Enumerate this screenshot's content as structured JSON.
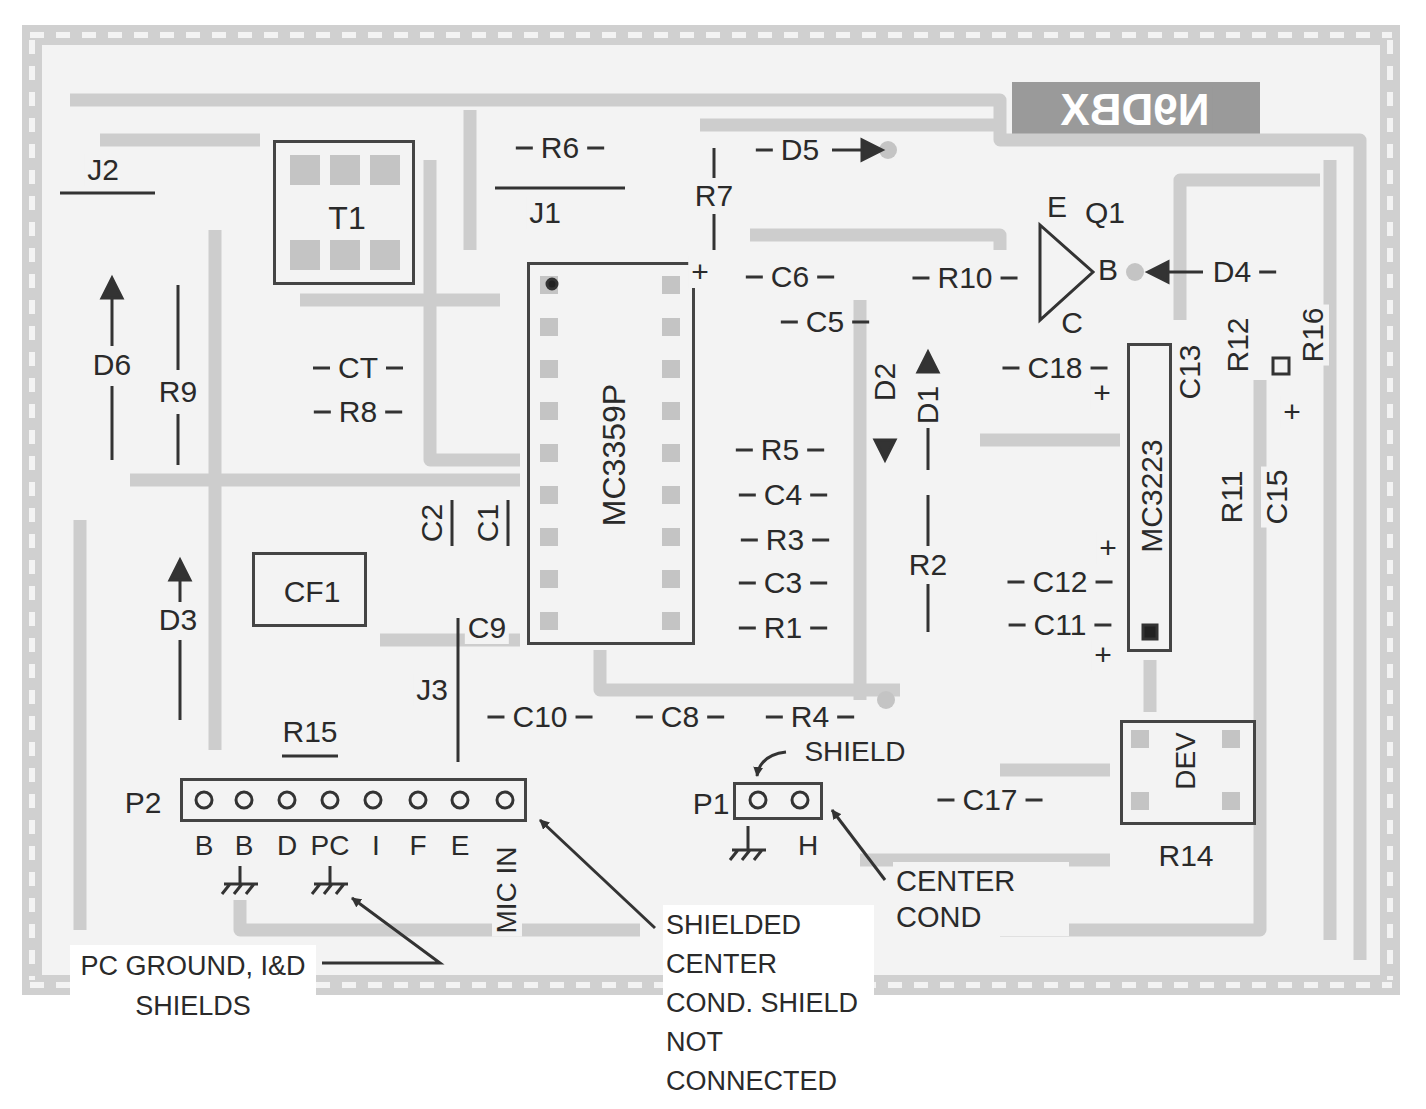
{
  "diagram": {
    "nodes": [
      {
        "text": [
          "T1"
        ]
      },
      {
        "text": [
          "MC3359P"
        ]
      },
      {
        "text": [
          "CF1"
        ]
      },
      {
        "text": [
          "MC3223"
        ]
      },
      {
        "text": [
          "DEV",
          "R14"
        ]
      },
      {
        "text": [
          "P2"
        ]
      },
      {
        "text": [
          "P1"
        ]
      }
    ],
    "labels": [
      "N9DBX",
      "J2",
      "R6",
      "J1",
      "R7",
      "D5",
      "E",
      "Q1",
      "B",
      "D4",
      "C",
      "R16",
      "D6",
      "R9",
      "CT",
      "R8",
      "+",
      "C6",
      "R10",
      "C5",
      "D2",
      "D1",
      "C18",
      "+",
      "C13",
      "R12",
      "R5",
      "C4",
      "R3",
      "C3",
      "R1",
      "C2",
      "C1",
      "R2",
      "C12",
      "+",
      "C11",
      "+",
      "R11",
      "C15",
      "+",
      "D3",
      "C9",
      "J3",
      "C10",
      "C8",
      "R4",
      "SHIELD",
      "R15",
      "B",
      "B",
      "D",
      "PC",
      "I",
      "F",
      "E",
      "MIC IN",
      "H",
      "C17",
      "CENTER COND",
      "SHIELDED CENTER COND. SHIELD NOT CONNECTED",
      "PC GROUND, I&D SHIELDS"
    ]
  }
}
